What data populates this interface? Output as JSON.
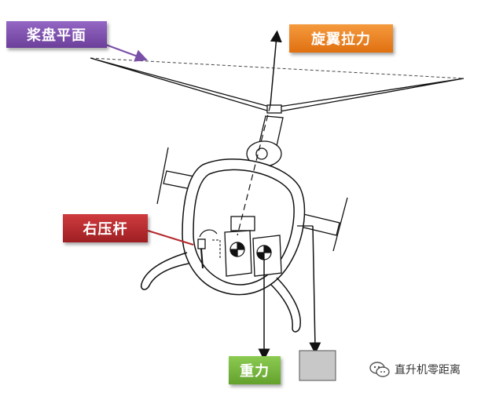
{
  "labels": {
    "rotor_disk_plane": "桨盘平面",
    "rotor_thrust": "旋翼拉力",
    "right_cyclic": "右压杆",
    "gravity": "重力"
  },
  "watermark": {
    "text": "直升机零距离",
    "icon": "wechat-icon"
  },
  "colors": {
    "purple": "#7a4fa8",
    "orange": "#ef7f1a",
    "red": "#b5292c",
    "green": "#76b43f",
    "weight_box": "#c8c8c8",
    "line": "#111111"
  }
}
